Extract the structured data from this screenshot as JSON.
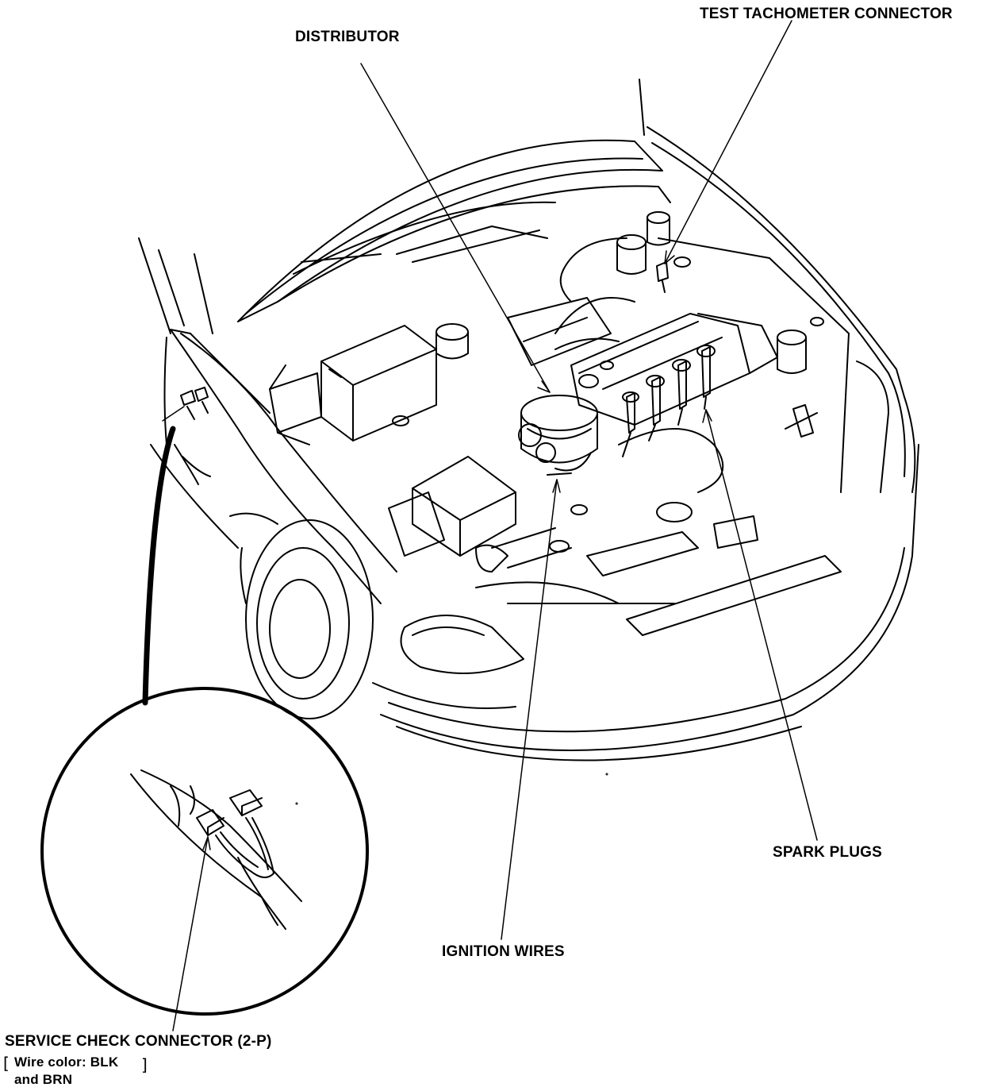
{
  "labels": {
    "distributor": "DISTRIBUTOR",
    "test_tach": "TEST TACHOMETER CONNECTOR",
    "spark_plugs": "SPARK PLUGS",
    "ignition_wires": "IGNITION WIRES",
    "service_check": "SERVICE CHECK CONNECTOR (2-P)",
    "wire_color_line1": "Wire color: BLK",
    "wire_color_line2": "and BRN",
    "bracket_open": "[",
    "bracket_close": "]"
  },
  "colors": {
    "ink": "#000000",
    "paper": "#ffffff"
  }
}
